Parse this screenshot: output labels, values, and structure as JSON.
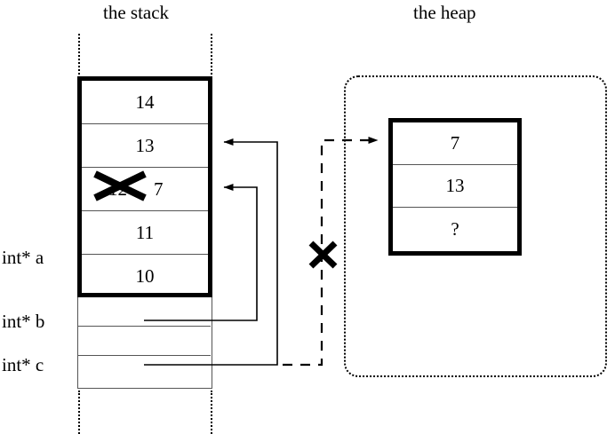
{
  "diagram": {
    "title_stack": "the stack",
    "title_heap": "the heap",
    "colors": {
      "ink": "#000000",
      "rule": "#555555",
      "paper": "#ffffff"
    }
  },
  "stack": {
    "cells": [
      {
        "value": "14"
      },
      {
        "value": "13"
      },
      {
        "value": "12",
        "replacement": "7",
        "struck": true
      },
      {
        "value": "11"
      },
      {
        "value": "10"
      }
    ],
    "variables": [
      {
        "label": "int* a"
      },
      {
        "label": "int* b"
      },
      {
        "label": "int* c"
      }
    ]
  },
  "heap": {
    "cells": [
      {
        "value": "7"
      },
      {
        "value": "13"
      },
      {
        "value": "?"
      }
    ]
  },
  "pointers": [
    {
      "name": "b-to-stack-12",
      "style": "solid",
      "target": "stack-cell-12"
    },
    {
      "name": "c-to-stack-13",
      "style": "solid",
      "target": "stack-cell-13"
    },
    {
      "name": "c-to-heap",
      "style": "dashed",
      "target": "heap-block",
      "invalidated": true
    }
  ],
  "marks": {
    "strike_old_value": "X",
    "invalid_pointer": "X"
  }
}
